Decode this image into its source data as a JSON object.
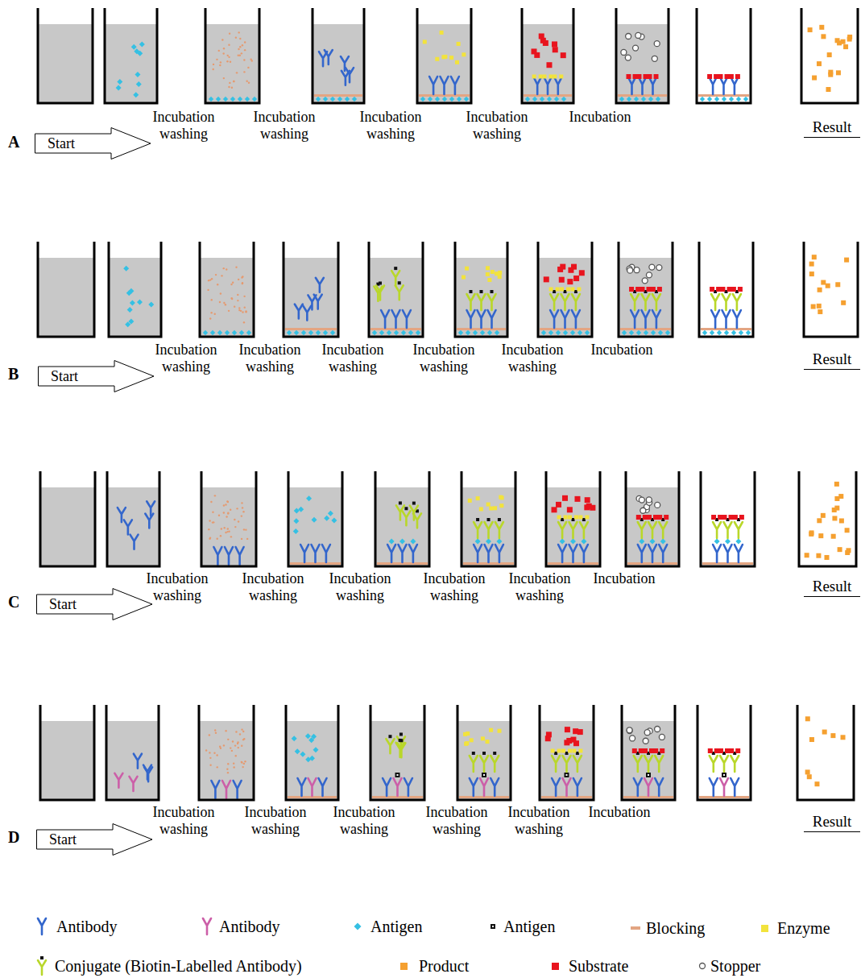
{
  "diagram": {
    "nodes": [
      {
        "text": [
          "Start"
        ]
      },
      {
        "text": [
          "Start"
        ]
      },
      {
        "text": [
          "Start"
        ]
      },
      {
        "text": [
          "Start"
        ]
      }
    ],
    "edges": [],
    "labels": [
      "A",
      "Incubation washing",
      "Incubation washing",
      "Incubation washing",
      "Incubation washing",
      "Incubation",
      "Result",
      "B",
      "Incubation washing",
      "Incubation washing",
      "Incubation washing",
      "Incubation washing",
      "Incubation washing",
      "Incubation",
      "Result",
      "C",
      "Incubation washing",
      "Incubation washing",
      "Incubation washing",
      "Incubation washing",
      "Incubation washing",
      "Incubation",
      "Result",
      "D",
      "Incubation washing",
      "Incubation washing",
      "Incubation washing",
      "Incubation washing",
      "Incubation washing",
      "Incubation",
      "Result"
    ],
    "legend": [
      {
        "text": "Antibody"
      },
      {
        "text": "Antibody"
      },
      {
        "text": "Antigen"
      },
      {
        "text": "Antigen"
      },
      {
        "text": "Blocking",
        "color": "#e3a582"
      },
      {
        "text": "Enzyme",
        "color": "#f2e33c"
      },
      {
        "text": "Conjugate (Biotin-Labelled Antibody)"
      },
      {
        "text": "Product",
        "color": "#f5a030"
      },
      {
        "text": "Substrate",
        "color": "#e8141e"
      },
      {
        "text": "Stopper"
      }
    ]
  }
}
